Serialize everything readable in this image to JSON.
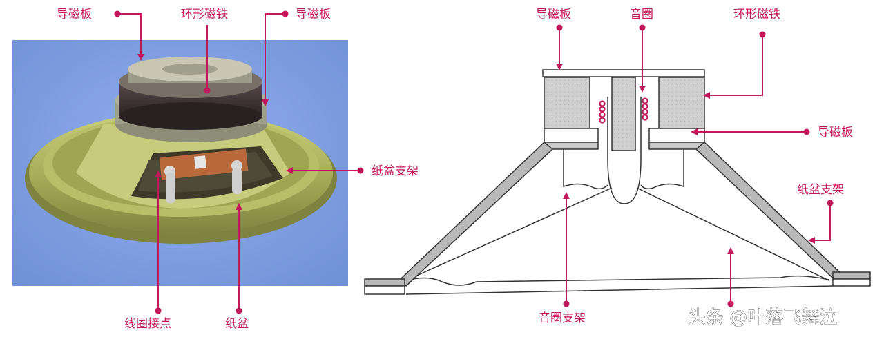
{
  "left_photo": {
    "labels": {
      "top_plate_left": "导磁板",
      "ring_magnet": "环形磁铁",
      "top_plate_right": "导磁板",
      "cone_frame": "纸盆支架",
      "coil_terminals": "线圈接点",
      "cone": "纸盆"
    }
  },
  "right_diagram": {
    "labels": {
      "top_plate": "导磁板",
      "voice_coil": "音圈",
      "ring_magnet": "环形磁铁",
      "bottom_plate": "导磁板",
      "cone_frame": "纸盆支架",
      "voice_coil_support": "音圈支架"
    }
  },
  "watermark": "头条 @叶落飞舞泣",
  "colors": {
    "label": "#c0185a",
    "leader": "#c2185b",
    "photo_bg": "#7f9de0"
  }
}
